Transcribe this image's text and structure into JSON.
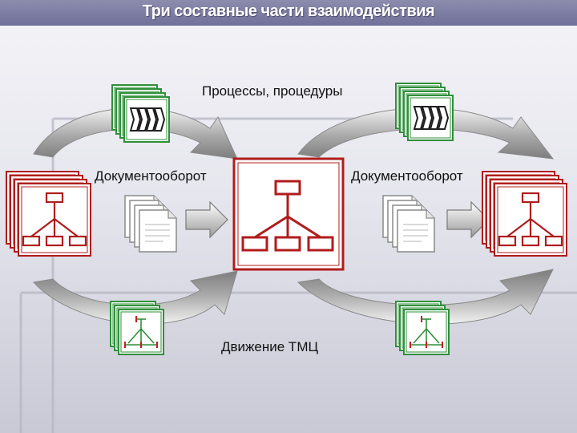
{
  "title": "Три составные части взаимодействия",
  "labels": {
    "processes": "Процессы, процедуры",
    "docflow_left": "Документооборот",
    "docflow_right": "Документооборот",
    "goods_movement": "Движение ТМЦ"
  },
  "colors": {
    "title_bar": "#7a7aa3",
    "org_red": "#b01c1c",
    "process_green": "#2f8f3a",
    "arrow_grey": "#9a9a9a",
    "document_grey": "#8a8a8a"
  },
  "icons": {
    "process": "process-flow-icon",
    "org_chart": "org-chart-icon",
    "document": "document-stack-icon",
    "goods": "goods-flow-icon"
  }
}
